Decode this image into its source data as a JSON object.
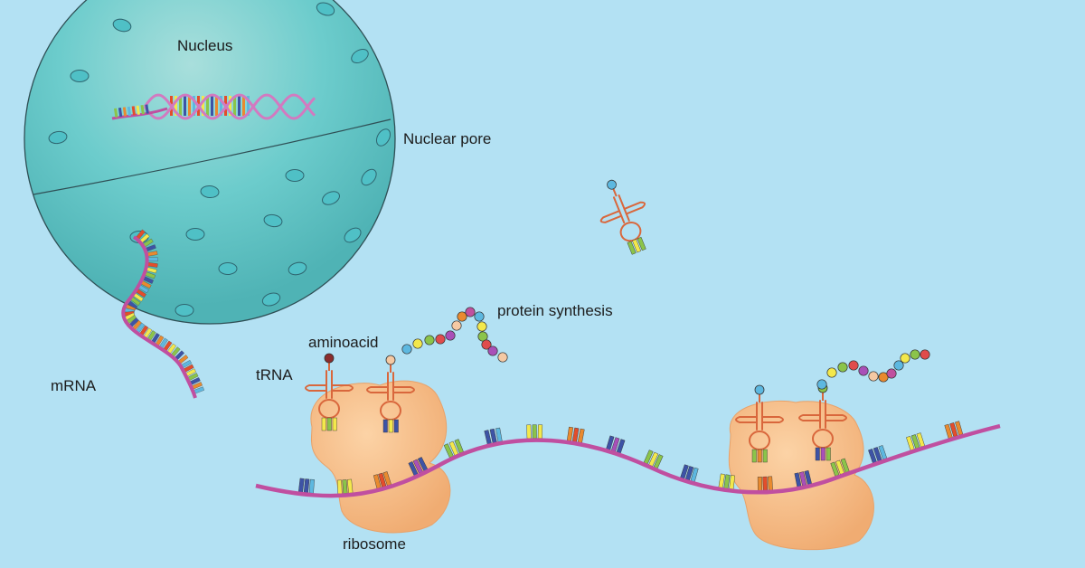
{
  "labels": {
    "nucleus": "Nucleus",
    "nuclear_pore": "Nuclear pore",
    "mrna": "mRNA",
    "protein_synthesis": "protein synthesis",
    "aminoacid": "aminoacid",
    "trna": "tRNA",
    "ribosome": "ribosome"
  },
  "colors": {
    "background": "#b3e1f3",
    "nucleus_fill": "#6ccccc",
    "nucleus_outline": "#2f4f55",
    "pore_fill": "#4fc0c6",
    "mrna_strand": "#c04fa0",
    "dna_strand": "#d27ac0",
    "ribosome_fill": "#f8c08c",
    "trna_stroke": "#d9673c",
    "base_colors": [
      "#e34d2b",
      "#f3e84c",
      "#8bc44a",
      "#3d53a6",
      "#e98a2f",
      "#5db8e0"
    ],
    "amino_colors": [
      "#5db8e0",
      "#f3e84c",
      "#8bc44a",
      "#e04c4c",
      "#a94fb8",
      "#f5c9a3",
      "#e98a2f",
      "#c0509f"
    ]
  }
}
